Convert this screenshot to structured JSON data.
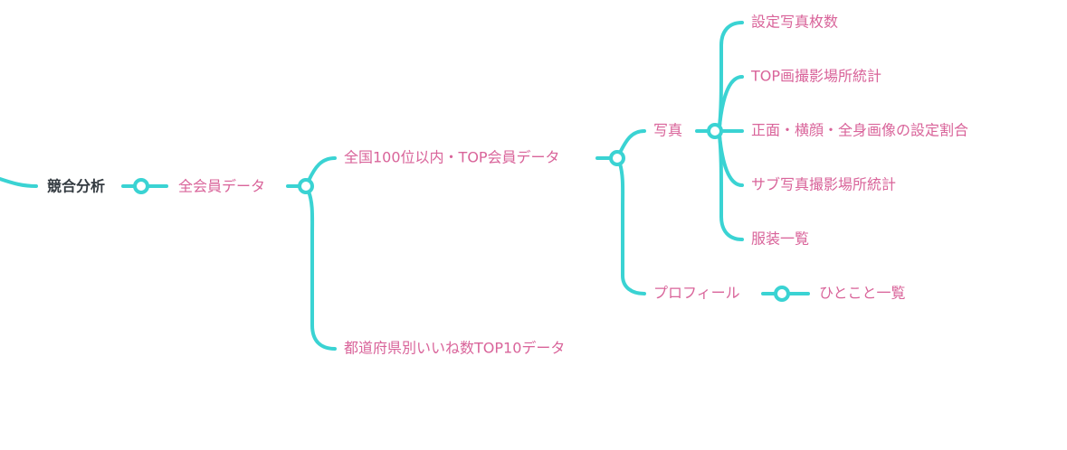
{
  "colors": {
    "line": "#3ad3d3",
    "text": "#d9649a",
    "root_text": "#333a40"
  },
  "mindmap": {
    "root": "競合分析",
    "level1": "全会員データ",
    "level2": [
      "全国100位以内・TOP会員データ",
      "都道府県別いいね数TOP10データ"
    ],
    "level3": [
      "写真",
      "プロフィール"
    ],
    "photo_children": [
      "設定写真枚数",
      "TOP画撮影場所統計",
      "正面・横顔・全身画像の設定割合",
      "サブ写真撮影場所統計",
      "服装一覧"
    ],
    "profile_children": [
      "ひとこと一覧"
    ]
  }
}
